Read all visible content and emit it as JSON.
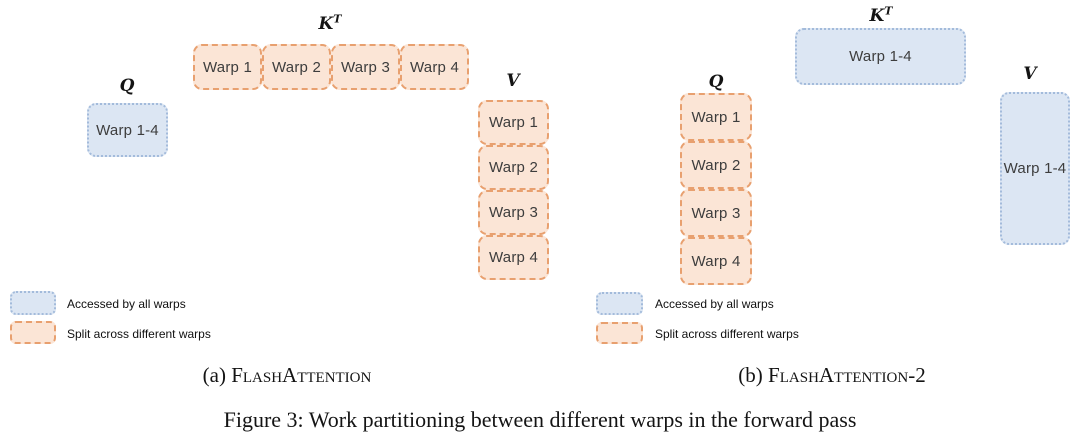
{
  "colors": {
    "all_warps_fill": "#dce6f3",
    "all_warps_border": "#a3bbdb",
    "split_warps_fill": "#fbe5d6",
    "split_warps_border": "#e8a06f",
    "text": "#3d3d3d"
  },
  "panel_a": {
    "caption_prefix": "(a) ",
    "caption_name": "FlashAttention",
    "q": {
      "label": "Q",
      "box": "Warp 1-4"
    },
    "kt": {
      "label_base": "K",
      "label_sup": "T",
      "boxes": [
        "Warp 1",
        "Warp 2",
        "Warp 3",
        "Warp 4"
      ]
    },
    "v": {
      "label": "V",
      "boxes": [
        "Warp 1",
        "Warp 2",
        "Warp 3",
        "Warp 4"
      ]
    },
    "legend": {
      "all_warps": "Accessed by all warps",
      "split_warps": "Split across different warps"
    }
  },
  "panel_b": {
    "caption_prefix": "(b) ",
    "caption_name": "FlashAttention-2",
    "q": {
      "label": "Q",
      "boxes": [
        "Warp 1",
        "Warp 2",
        "Warp 3",
        "Warp 4"
      ]
    },
    "kt": {
      "label_base": "K",
      "label_sup": "T",
      "box": "Warp 1-4"
    },
    "v": {
      "label": "V",
      "box": "Warp 1-4"
    },
    "legend": {
      "all_warps": "Accessed by all warps",
      "split_warps": "Split across different warps"
    }
  },
  "figure_caption": "Figure 3: Work partitioning between different warps in the forward pass"
}
